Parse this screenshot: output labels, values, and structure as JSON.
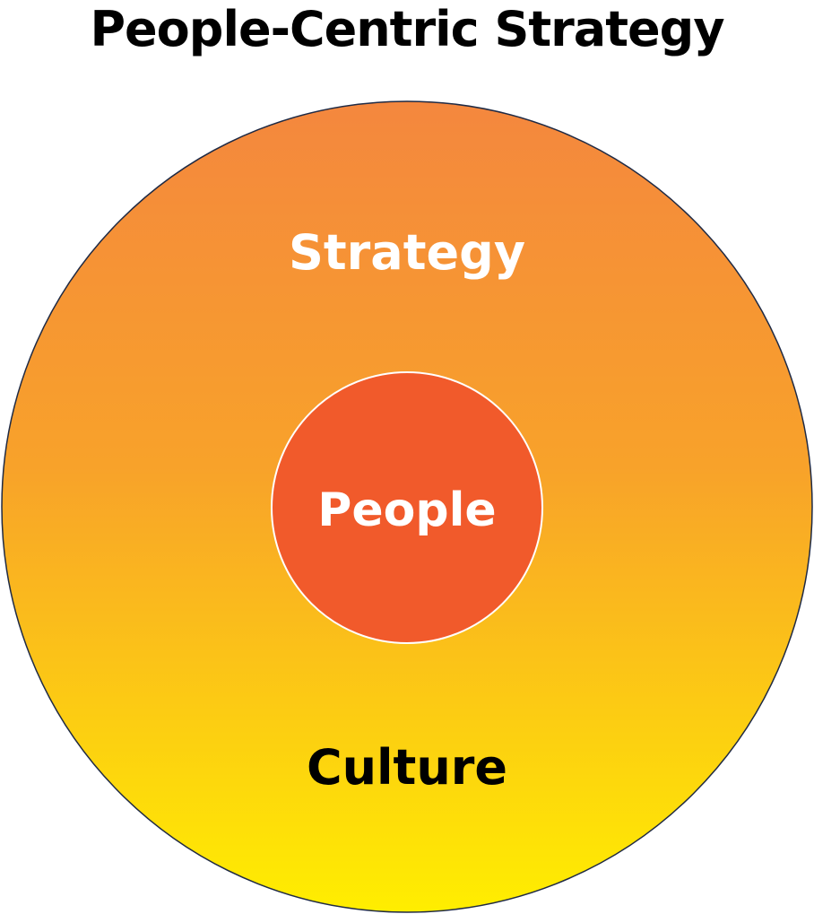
{
  "title": "People-Centric Strategy",
  "rings": {
    "outer_top_label": "Strategy",
    "outer_bottom_label": "Culture",
    "inner_label": "People"
  },
  "colors": {
    "outer_gradient_top": "#F4873E",
    "outer_gradient_mid": "#F8A22A",
    "outer_gradient_bottom": "#FFEE00",
    "outer_stroke": "#1F2A44",
    "inner_fill": "#F15A2B",
    "inner_stroke": "#FFFFFF",
    "label_light": "#FFFFFF",
    "label_dark": "#000000"
  }
}
